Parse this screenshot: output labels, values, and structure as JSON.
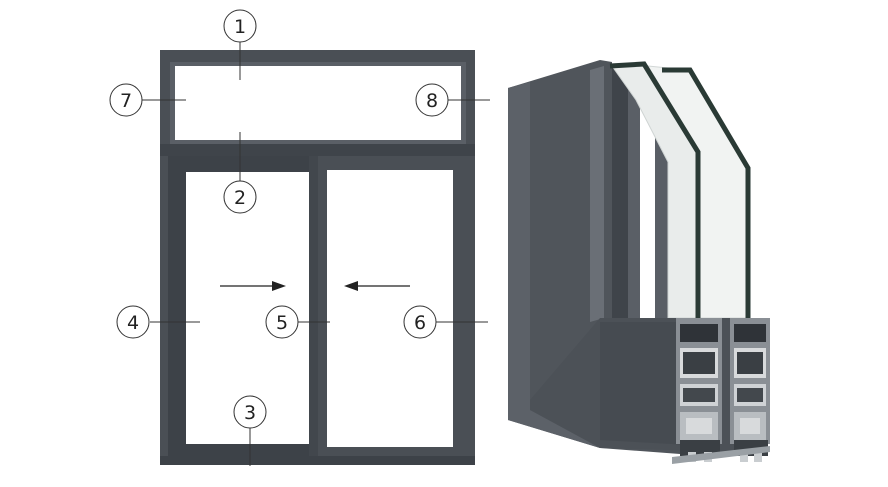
{
  "callouts": [
    {
      "id": "callout-1",
      "label": "1"
    },
    {
      "id": "callout-2",
      "label": "2"
    },
    {
      "id": "callout-3",
      "label": "3"
    },
    {
      "id": "callout-4",
      "label": "4"
    },
    {
      "id": "callout-5",
      "label": "5"
    },
    {
      "id": "callout-6",
      "label": "6"
    },
    {
      "id": "callout-7",
      "label": "7"
    },
    {
      "id": "callout-8",
      "label": "8"
    }
  ],
  "colors": {
    "frame": "#4a4f55",
    "frame_dark": "#3d4248",
    "profile_light": "#5c6168",
    "profile_mid": "#50555b",
    "glass": "#ffffff",
    "line": "#333333"
  }
}
